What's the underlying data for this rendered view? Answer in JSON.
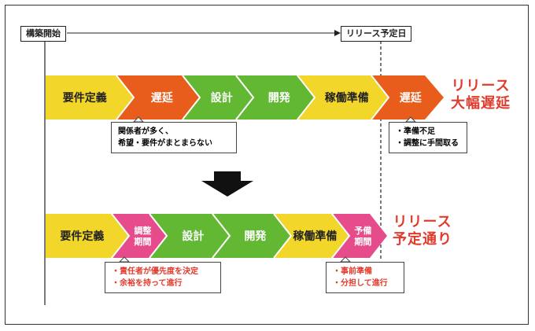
{
  "start_label": "構築開始",
  "release_label": "リリース予定日",
  "top_flow": {
    "phases": [
      {
        "label": "要件定義",
        "color": "#f2d629",
        "text_color": "#222222"
      },
      {
        "label": "遅延",
        "color": "#e85d1c",
        "text_color": "#ffffff"
      },
      {
        "label": "設計",
        "color": "#62b733",
        "text_color": "#ffffff"
      },
      {
        "label": "開発",
        "color": "#62b733",
        "text_color": "#ffffff"
      },
      {
        "label": "稼働準備",
        "color": "#f2d629",
        "text_color": "#222222"
      },
      {
        "label": "遅延",
        "color": "#e85d1c",
        "text_color": "#ffffff"
      }
    ],
    "outcome": [
      "リリース",
      "大幅遅延"
    ],
    "notes": [
      {
        "lines": [
          "関係者が多く、",
          "希望・要件がまとまらない"
        ]
      },
      {
        "lines": [
          "・準備不足",
          "・調整に手間取る"
        ]
      }
    ]
  },
  "bottom_flow": {
    "phases": [
      {
        "label": "要件定義",
        "color": "#f2d629",
        "text_color": "#222222"
      },
      {
        "label": "調整",
        "label2": "期間",
        "color": "#e64c8c",
        "text_color": "#ffffff"
      },
      {
        "label": "設計",
        "color": "#62b733",
        "text_color": "#ffffff"
      },
      {
        "label": "開発",
        "color": "#62b733",
        "text_color": "#ffffff"
      },
      {
        "label": "稼働準備",
        "color": "#f2d629",
        "text_color": "#222222"
      },
      {
        "label": "予備",
        "label2": "期間",
        "color": "#e64c8c",
        "text_color": "#ffffff"
      }
    ],
    "outcome": [
      "リリース",
      "予定通り"
    ],
    "notes": [
      {
        "lines": [
          "・責任者が優先度を決定",
          "・余裕を持って進行"
        ]
      },
      {
        "lines": [
          "・事前準備",
          "・分担して進行"
        ]
      }
    ]
  },
  "colors": {
    "accent_red": "#e23a2c",
    "line": "#222222"
  }
}
